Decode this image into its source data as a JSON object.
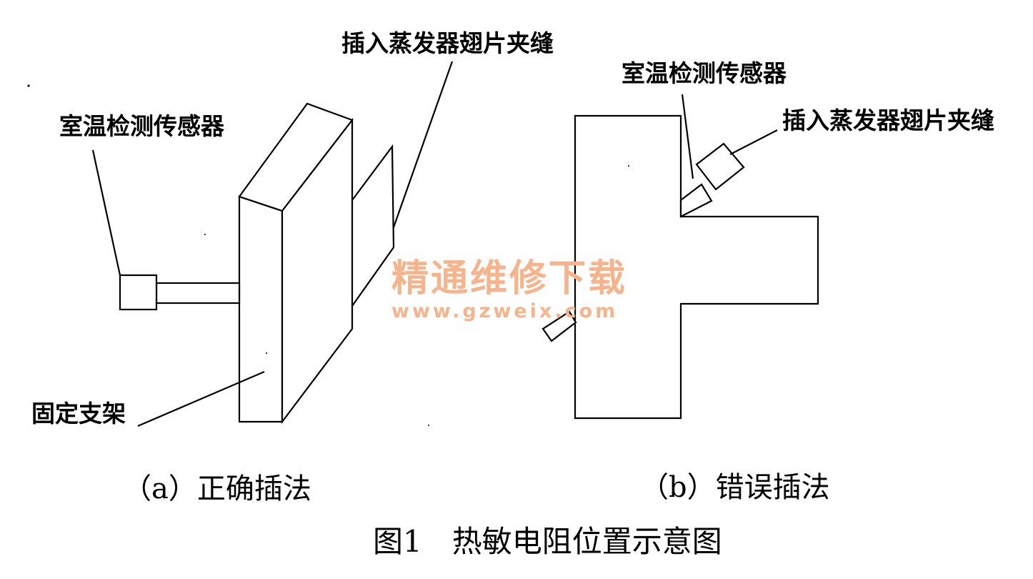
{
  "diagram_a": {
    "sensor_label": "室温检测传感器",
    "fin_label": "插入蒸发器翅片夹缝",
    "bracket_label": "固定支架",
    "caption": "（a）正确插法"
  },
  "diagram_b": {
    "sensor_label": "室温检测传感器",
    "fin_label": "插入蒸发器翅片夹缝",
    "caption": "（b）错误插法"
  },
  "figure_title": "图1　热敏电阻位置示意图",
  "watermark": {
    "name": "精通维修下载",
    "url": "www.gzweix.com",
    "color": "#f5b48c"
  }
}
